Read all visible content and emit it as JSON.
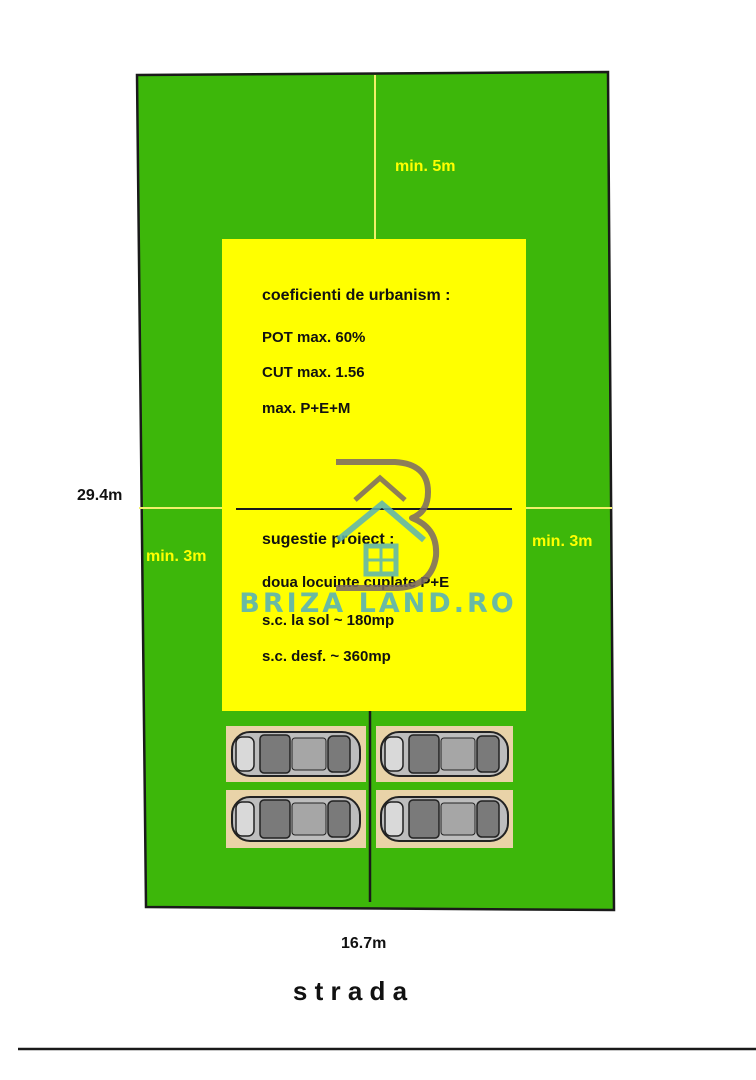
{
  "dimensions": {
    "depth": "29.4m",
    "width": "16.7m"
  },
  "setbacks": {
    "rear": "min. 5m",
    "left": "min. 3m",
    "right": "min. 3m"
  },
  "urbanism": {
    "heading": "coeficienti de urbanism :",
    "pot": "POT max. 60%",
    "cut": "CUT max. 1.56",
    "height": "max. P+E+M"
  },
  "project": {
    "heading": "sugestie proiect :",
    "description": "doua locuinte cuplate P+E",
    "ground_area": "s.c. la sol ~ 180mp",
    "developed_area": "s.c. desf. ~ 360mp"
  },
  "street": "s t r a d a",
  "watermark": "BRIZA LAND.RO",
  "parking": {
    "spots": 4
  },
  "colors": {
    "lot": "#3db70a",
    "buildable": "#ffff00",
    "setback_text": "#ffff00",
    "parking_pad": "#e9d3a8",
    "watermark": "#5ab3b5",
    "watermark_logo": "#7a6868"
  }
}
